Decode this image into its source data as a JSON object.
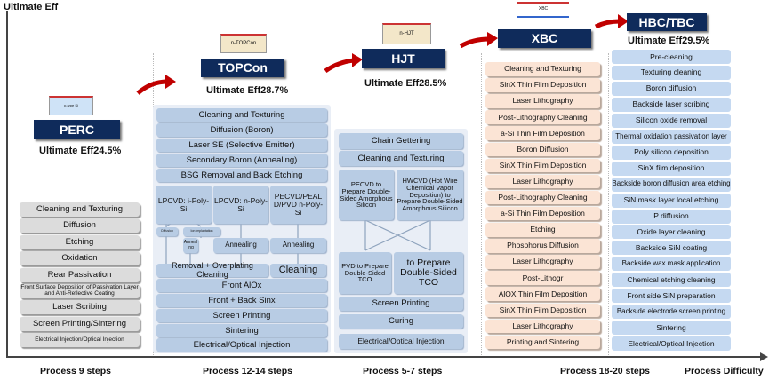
{
  "axis": {
    "y_label": "Ultimate Eff",
    "x_label": "Process Difficulty"
  },
  "colors": {
    "label_bg": "#0f2b5b",
    "arrow": "#c00000",
    "perc_box": "#dcdcdc",
    "topcon_box": "#b8cce4",
    "xbc_box": "#fbe4d5",
    "hbc_box": "#c5d9f1"
  },
  "perc": {
    "label": "PERC",
    "eff": "Ultimate Eff24.5%",
    "cell_text": "p-type Si",
    "steps_label": "Process 9 steps",
    "steps": [
      "Cleaning and Texturing",
      "Diffusion",
      "Etching",
      "Oxidation",
      "Rear Passivation",
      "Front Surface Deposition of Passivation Layer and Anti-Reflective Coating",
      "Laser Scribing",
      "Screen Printing/Sintering",
      "Electrical Injection/Optical Injection"
    ]
  },
  "topcon": {
    "label": "TOPCon",
    "eff": "Ultimate Eff28.7%",
    "cell_text": "n-TOPCon",
    "steps_label": "Process 12-14 steps",
    "top": [
      "Cleaning and Texturing",
      "Diffusion (Boron)",
      "Laser SE (Selective Emitter)",
      "Secondary Boron (Annealing)",
      "BSG Removal and Back Etching"
    ],
    "branches": [
      "LPCVD: i-Poly-Si",
      "LPCVD: n-Poly-Si",
      "PECVD/PEALD/PVD n-Poly-Si"
    ],
    "sub": [
      "Diffusion",
      "Ion Implantation"
    ],
    "annealing": [
      "Anneal ing",
      "Annealing",
      "Annealing"
    ],
    "merge": [
      "Removal + Overplating Cleaning",
      "Cleaning"
    ],
    "bottom": [
      "Front AlOx",
      "Front + Back Sinx",
      "Screen Printing",
      "Sintering",
      "Electrical/Optical Injection"
    ]
  },
  "hjt": {
    "label": "HJT",
    "eff": "Ultimate Eff28.5%",
    "cell_text": "n-HJT",
    "steps_label": "Process 5-7 steps",
    "top": [
      "Chain Gettering",
      "Cleaning and Texturing"
    ],
    "dep": [
      "PECVD to Prepare Double-Sided Amorphous Silicon",
      "HWCVD (Hot Wire Chemical Vapor Deposition) to Prepare Double-Sided Amorphous Silicon"
    ],
    "tco": [
      "PVD to Prepare Double-Sided TCO",
      "to Prepare Double-Sided TCO"
    ],
    "bottom": [
      "Screen Printing",
      "Curing",
      "Electrical/Optical Injection"
    ]
  },
  "xbc": {
    "label": "XBC",
    "cell_text": "XBC",
    "steps_label": "Process 18-20 steps",
    "steps": [
      "Cleaning and Texturing",
      "SinX Thin Film Deposition",
      "Laser Lithography",
      "Post-Lithography Cleaning",
      "a-Si Thin Film Deposition",
      "Boron Diffusion",
      "SinX Thin Film Deposition",
      "Laser Lithography",
      "Post-Lithography Cleaning",
      "a-Si Thin Film Deposition",
      "Etching",
      "Phosphorus Diffusion",
      "Laser Lithography",
      "Post-Lithogr",
      "AlOX Thin Film Deposition",
      "SinX Thin Film Deposition",
      "Laser Lithography",
      "Printing and Sintering"
    ]
  },
  "hbc": {
    "label": "HBC/TBC",
    "eff": "Ultimate Eff29.5%",
    "steps": [
      "Pre-cleaning",
      "Texturing cleaning",
      "Boron diffusion",
      "Backside laser scribing",
      "Silicon oxide removal",
      "Thermal oxidation passivation layer",
      "Poly silicon deposition",
      "SinX film deposition",
      "Backside boron diffusion area etching",
      "SiN mask layer local etching",
      "P diffusion",
      "Oxide layer cleaning",
      "Backside SiN coating",
      "Backside wax mask application",
      "Chemical etching cleaning",
      "Front side SiN preparation",
      "Backside electrode screen printing",
      "Sintering",
      "Electrical/Optical Injection"
    ]
  }
}
